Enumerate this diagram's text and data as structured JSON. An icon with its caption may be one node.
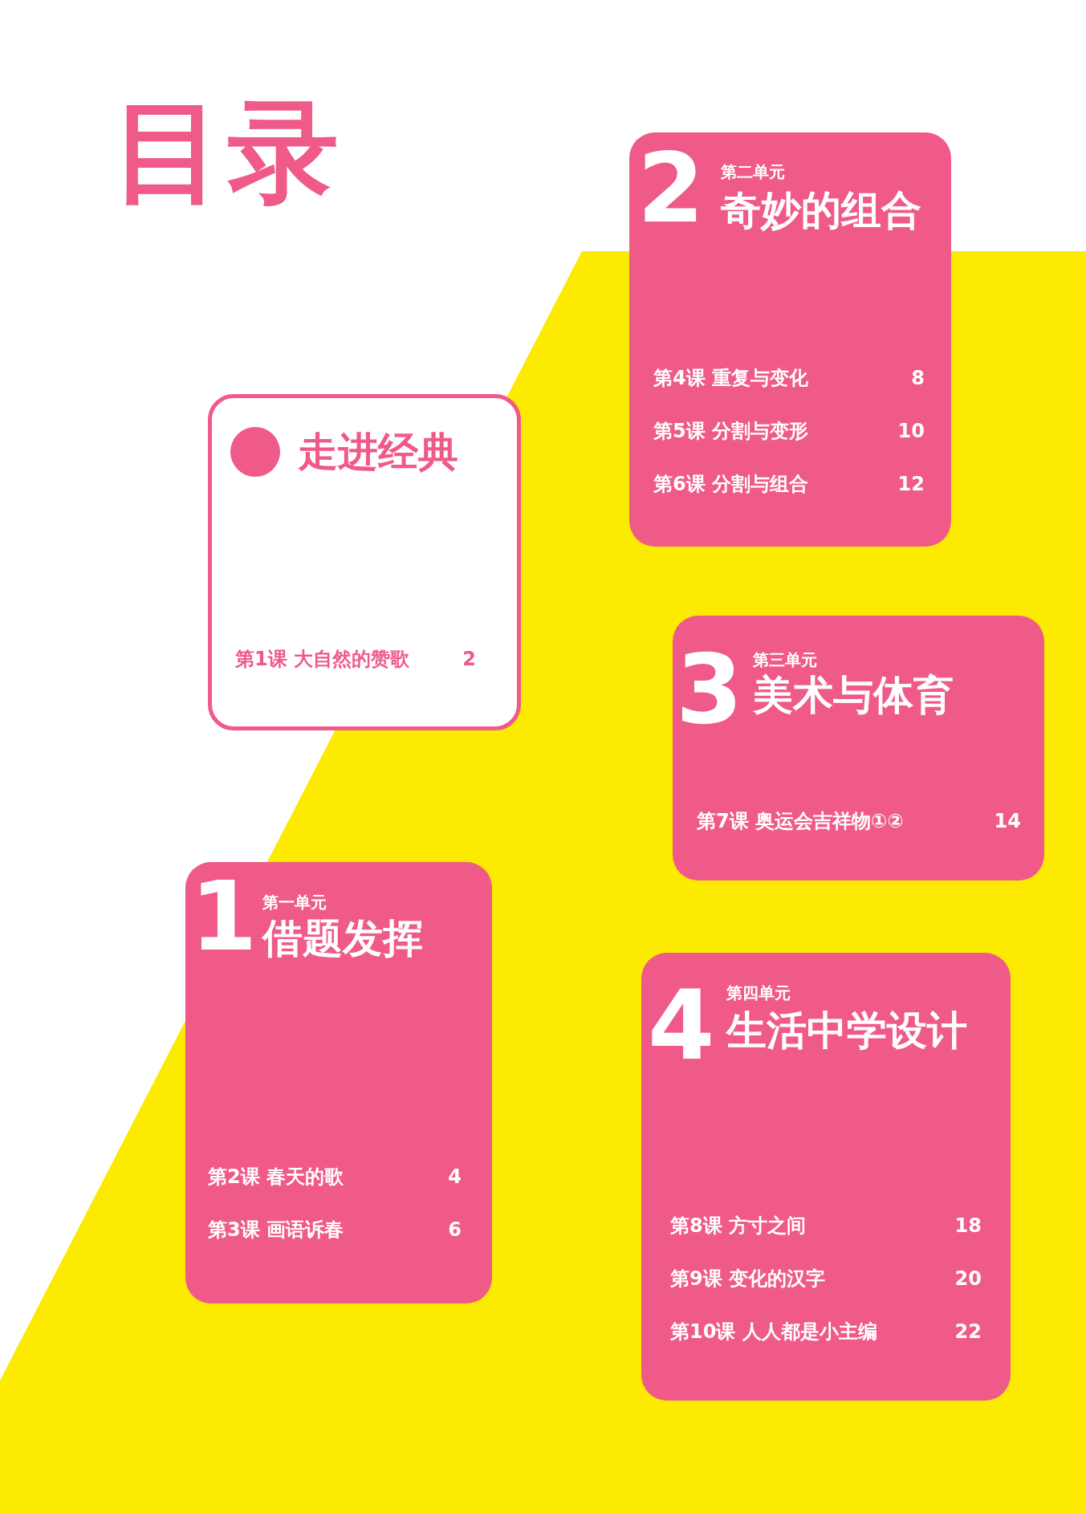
{
  "diagram": {
    "title": "目录",
    "nodes": [
      {
        "text": [
          "2",
          "第二单元",
          "奇妙的组合",
          "第4课 重复与变化",
          "8",
          "第5课 分割与变形",
          "10",
          "第6课 分割与组合",
          "12"
        ]
      },
      {
        "text": [
          "走进经典",
          "第1课 大自然的赞歌",
          "2"
        ]
      },
      {
        "text": [
          "3",
          "第三单元",
          "美术与体育",
          "第7课 奥运会吉祥物①②",
          "14"
        ]
      },
      {
        "text": [
          "1",
          "第一单元",
          "借题发挥",
          "第2课 春天的歌",
          "4",
          "第3课 画语诉春",
          "6"
        ]
      },
      {
        "text": [
          "4",
          "第四单元",
          "生活中学设计",
          "第8课 方寸之间",
          "18",
          "第9课 变化的汉字",
          "20",
          "第10课 人人都是小主编",
          "22"
        ]
      }
    ]
  }
}
